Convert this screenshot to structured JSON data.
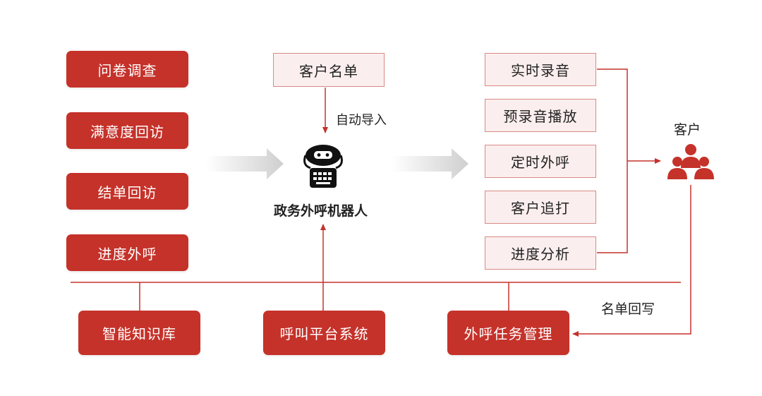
{
  "left_items": [
    "问卷调查",
    "满意度回访",
    "结单回访",
    "进度外呼"
  ],
  "customer_list": "客户名单",
  "auto_import": "自动导入",
  "robot": {
    "icon": "robot-icon",
    "label": "政务外呼机器人"
  },
  "right_items": [
    "实时录音",
    "预录音播放",
    "定时外呼",
    "客户追打",
    "进度分析"
  ],
  "customer": {
    "icon": "customers-group-icon",
    "label": "客户"
  },
  "write_back": "名单回写",
  "bottom_items": [
    "智能知识库",
    "呼叫平台系统",
    "外呼任务管理"
  ],
  "colors": {
    "accent": "#c5322a",
    "line": "#c5322a",
    "outline_fill": "#fbeeee",
    "outline_border": "#d88a86",
    "arrow_gray": "#d9d9d9"
  }
}
